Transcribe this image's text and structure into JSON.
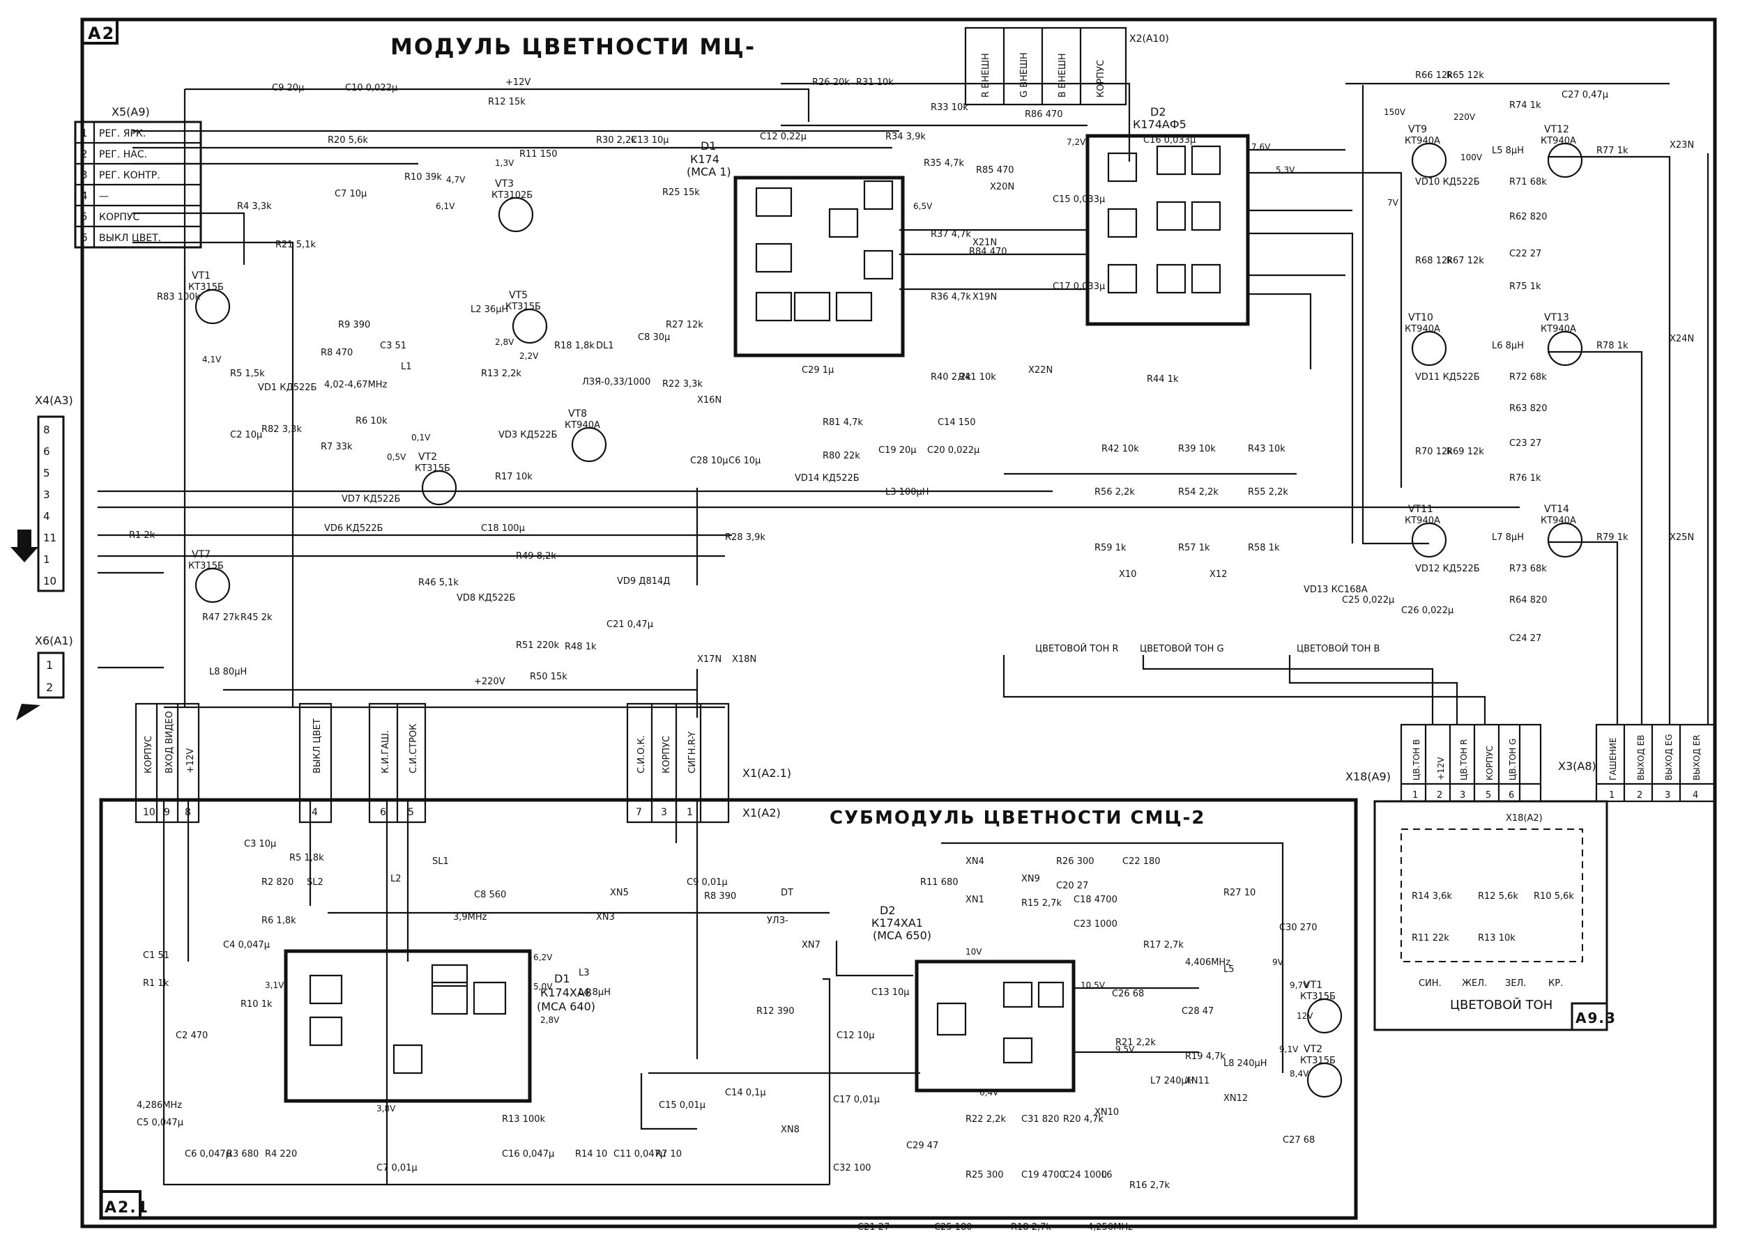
{
  "module": {
    "id": "A2",
    "title": "МОДУЛЬ ЦВЕТНОСТИ МЦ-"
  },
  "submodule": {
    "id": "A2.1",
    "title": "СУБМОДУЛЬ ЦВЕТНОСТИ СМЦ-2"
  },
  "a93": {
    "id": "A9.3",
    "label": "ЦВЕТОВОЙ ТОН",
    "connector": "X18(A2)",
    "parts": [
      "R14 3,6k",
      "R11 22k",
      "R12 5,6k",
      "R13 10k",
      "R10 5,6k"
    ],
    "legend": [
      "СИН.",
      "ЖЕЛ.",
      "ЗЕЛ.",
      "КР."
    ]
  },
  "x5": {
    "label": "X5(A9)",
    "pins": [
      {
        "n": "1",
        "name": "РЕГ. ЯРК."
      },
      {
        "n": "2",
        "name": "РЕГ. НАС."
      },
      {
        "n": "3",
        "name": "РЕГ. КОНТР."
      },
      {
        "n": "4",
        "name": "—"
      },
      {
        "n": "5",
        "name": "КОРПУС"
      },
      {
        "n": "6",
        "name": "ВЫКЛ ЦВЕТ."
      }
    ]
  },
  "x4": {
    "label": "X4(A3)",
    "pins": [
      "8",
      "6",
      "5",
      "3",
      "4",
      "11",
      "1",
      "10"
    ]
  },
  "x6": {
    "label": "X6(A1)",
    "pins": [
      "1",
      "2"
    ]
  },
  "x1": {
    "label": "X1(A2.1)",
    "label2": "X1(A2)",
    "pins": [
      {
        "n": "10",
        "name": "КОРПУС"
      },
      {
        "n": "9",
        "name": "ВХОД ВИДЕО"
      },
      {
        "n": "8",
        "name": "+12V"
      },
      {
        "n": "4",
        "name": "ВЫКЛ ЦВЕТ"
      },
      {
        "n": "6",
        "name": "К.И.ГАШ."
      },
      {
        "n": "5",
        "name": "С.И.СТРОК"
      },
      {
        "n": "7",
        "name": "С.И.О.К."
      },
      {
        "n": "3",
        "name": "КОРПУС"
      },
      {
        "n": "1",
        "name": "СИГН.R-Y"
      }
    ]
  },
  "x2": {
    "label": "X2(A10)",
    "pins": [
      "R ВНЕШН",
      "G ВНЕШН",
      "B ВНЕШН",
      "КОРПУС"
    ]
  },
  "x18": {
    "label": "X18(A9)",
    "pins": [
      {
        "n": "1",
        "name": "ЦВ.ТОН B"
      },
      {
        "n": "2",
        "name": "+12V"
      },
      {
        "n": "3",
        "name": "ЦВ.ТОН R"
      },
      {
        "n": "5",
        "name": "КОРПУС"
      },
      {
        "n": "6",
        "name": "ЦВ.ТОН G"
      }
    ]
  },
  "x3": {
    "label": "X3(A8)",
    "pins": [
      {
        "n": "1",
        "name": "ГАШЕНИЕ"
      },
      {
        "n": "2",
        "name": "ВЫХОД ЕB"
      },
      {
        "n": "3",
        "name": "ВЫХОД ЕG"
      },
      {
        "n": "4",
        "name": "ВЫХОД ЕR"
      }
    ]
  },
  "ic": {
    "d1": {
      "line1": "D1",
      "line2": "К174",
      "line3": "(МСА 1)"
    },
    "d2": {
      "line1": "D2",
      "line2": "К174АФ5"
    },
    "sd1": {
      "line1": "D1",
      "line2": "К174ХА8",
      "line3": "(МСА 640)"
    },
    "sd2": {
      "line1": "D2",
      "line2": "К174ХА1",
      "line3": "(МСА 650)"
    }
  },
  "transistors": [
    {
      "ref": "VT1",
      "type": "КТ315Б"
    },
    {
      "ref": "VT2",
      "type": "КТ315Б"
    },
    {
      "ref": "VT3",
      "type": "КТ3102Б"
    },
    {
      "ref": "VT5",
      "type": "КТ315Б"
    },
    {
      "ref": "VT7",
      "type": "КТ315Б"
    },
    {
      "ref": "VT8",
      "type": "КТ940А"
    },
    {
      "ref": "VT9",
      "type": "КТ940А"
    },
    {
      "ref": "VT10",
      "type": "КТ940А"
    },
    {
      "ref": "VT11",
      "type": "КТ940А"
    },
    {
      "ref": "VT12",
      "type": "КТ940А"
    },
    {
      "ref": "VT13",
      "type": "КТ940А"
    },
    {
      "ref": "VT14",
      "type": "КТ940А"
    },
    {
      "ref": "VT1",
      "type": "КТ315Б"
    },
    {
      "ref": "VT2",
      "type": "КТ315Б"
    }
  ],
  "labels": [
    {
      "text": "C9 20μ"
    },
    {
      "text": "C10 0,022μ"
    },
    {
      "text": "+12V"
    },
    {
      "text": "R12 15k"
    },
    {
      "text": "R20 5,6k"
    },
    {
      "text": "C7 10μ"
    },
    {
      "text": "R10 39k"
    },
    {
      "text": "R4 3,3k"
    },
    {
      "text": "R21 5,1k"
    },
    {
      "text": "R11 150"
    },
    {
      "text": "R25 15k"
    },
    {
      "text": "R30 2,2k"
    },
    {
      "text": "C13 10μ"
    },
    {
      "text": "C12 0,22μ"
    },
    {
      "text": "R26 20k"
    },
    {
      "text": "R31 10k"
    },
    {
      "text": "R33 10k"
    },
    {
      "text": "R34 3,9k"
    },
    {
      "text": "R35 4,7k"
    },
    {
      "text": "R37 4,7k"
    },
    {
      "text": "R36 4,7k"
    },
    {
      "text": "R86 470"
    },
    {
      "text": "R85 470"
    },
    {
      "text": "R84 470"
    },
    {
      "text": "C16 0,033μ"
    },
    {
      "text": "C15 0,033μ"
    },
    {
      "text": "C17 0,033μ"
    },
    {
      "text": "R83 100k"
    },
    {
      "text": "R9 390"
    },
    {
      "text": "C3 51"
    },
    {
      "text": "L2 36μH"
    },
    {
      "text": "R18 1,8k"
    },
    {
      "text": "DL1"
    },
    {
      "text": "C8 30μ"
    },
    {
      "text": "R27 12k"
    },
    {
      "text": "R22 3,3k"
    },
    {
      "text": "R5 1,5k"
    },
    {
      "text": "R8 470"
    },
    {
      "text": "VD1 КД522Б"
    },
    {
      "text": "4,02-4,67MHz"
    },
    {
      "text": "L1"
    },
    {
      "text": "R13 2,2k"
    },
    {
      "text": "ЛЗЯ-0,33/1000"
    },
    {
      "text": "C2 10μ"
    },
    {
      "text": "R82 3,3k"
    },
    {
      "text": "R6 10k"
    },
    {
      "text": "R7 33k"
    },
    {
      "text": "VD3 КД522Б"
    },
    {
      "text": "R17 10k"
    },
    {
      "text": "VD7 КД522Б"
    },
    {
      "text": "VD6 КД522Б"
    },
    {
      "text": "R1 2k"
    },
    {
      "text": "C18 100μ"
    },
    {
      "text": "R49 8,2k"
    },
    {
      "text": "R46 5,1k"
    },
    {
      "text": "VD8 КД522Б"
    },
    {
      "text": "VD9 Д814Д"
    },
    {
      "text": "C21 0,47μ"
    },
    {
      "text": "R51 220k"
    },
    {
      "text": "R48 1k"
    },
    {
      "text": "R50 15k"
    },
    {
      "text": "R47 27k"
    },
    {
      "text": "R45 2k"
    },
    {
      "text": "L8 80μH"
    },
    {
      "text": "+220V"
    },
    {
      "text": "R28 3,9k"
    },
    {
      "text": "C28 10μ"
    },
    {
      "text": "C6 10μ"
    },
    {
      "text": "C29 1μ"
    },
    {
      "text": "VD14 КД522Б"
    },
    {
      "text": "R81 4,7k"
    },
    {
      "text": "R80 22k"
    },
    {
      "text": "C19 20μ"
    },
    {
      "text": "C20 0,022μ"
    },
    {
      "text": "L3 100μH"
    },
    {
      "text": "R40 2,2k"
    },
    {
      "text": "R41 10k"
    },
    {
      "text": "C14 150"
    },
    {
      "text": "R44 1k"
    },
    {
      "text": "R42 10k"
    },
    {
      "text": "R39 10k"
    },
    {
      "text": "R43 10k"
    },
    {
      "text": "R56 2,2k"
    },
    {
      "text": "R54 2,2k"
    },
    {
      "text": "R55 2,2k"
    },
    {
      "text": "R59 1k"
    },
    {
      "text": "R57 1k"
    },
    {
      "text": "R58 1k"
    },
    {
      "text": "X10"
    },
    {
      "text": "X12"
    },
    {
      "text": "ЦВЕТОВОЙ ТОН R"
    },
    {
      "text": "ЦВЕТОВОЙ ТОН G"
    },
    {
      "text": "ЦВЕТОВОЙ ТОН B"
    },
    {
      "text": "VD13 КС168А"
    },
    {
      "text": "C25 0,022μ"
    },
    {
      "text": "C26 0,022μ"
    },
    {
      "text": "R66 12k"
    },
    {
      "text": "R65 12k"
    },
    {
      "text": "R74 1k"
    },
    {
      "text": "C27 0,47μ"
    },
    {
      "text": "L5 8μH"
    },
    {
      "text": "R77 1k"
    },
    {
      "text": "VD10 КД522Б"
    },
    {
      "text": "R71 68k"
    },
    {
      "text": "R62 820"
    },
    {
      "text": "C22 27"
    },
    {
      "text": "R68 12k"
    },
    {
      "text": "R67 12k"
    },
    {
      "text": "R75 1k"
    },
    {
      "text": "L6 8μH"
    },
    {
      "text": "R78 1k"
    },
    {
      "text": "VD11 КД522Б"
    },
    {
      "text": "R72 68k"
    },
    {
      "text": "R63 820"
    },
    {
      "text": "C23 27"
    },
    {
      "text": "R70 12k"
    },
    {
      "text": "R69 12k"
    },
    {
      "text": "R76 1k"
    },
    {
      "text": "L7 8μH"
    },
    {
      "text": "R79 1k"
    },
    {
      "text": "VD12 КД522Б"
    },
    {
      "text": "R73 68k"
    },
    {
      "text": "R64 820"
    },
    {
      "text": "C24 27"
    },
    {
      "text": "X23N"
    },
    {
      "text": "X24N"
    },
    {
      "text": "X25N"
    },
    {
      "text": "X19N"
    },
    {
      "text": "X20N"
    },
    {
      "text": "X21N"
    },
    {
      "text": "X22N"
    },
    {
      "text": "X16N"
    },
    {
      "text": "X17N"
    },
    {
      "text": "X18N"
    },
    {
      "text": "C3 10μ"
    },
    {
      "text": "R2 820"
    },
    {
      "text": "R6 1,8k"
    },
    {
      "text": "C4 0,047μ"
    },
    {
      "text": "C1 51"
    },
    {
      "text": "R1 1k"
    },
    {
      "text": "C2 470"
    },
    {
      "text": "4,286MHz"
    },
    {
      "text": "C5 0,047μ"
    },
    {
      "text": "C6 0,047μ"
    },
    {
      "text": "R3 680"
    },
    {
      "text": "R4 220"
    },
    {
      "text": "R5 1,8k"
    },
    {
      "text": "SL2"
    },
    {
      "text": "SL1"
    },
    {
      "text": "C8 560"
    },
    {
      "text": "L2"
    },
    {
      "text": "3,9MHz"
    },
    {
      "text": "XN3"
    },
    {
      "text": "XN5"
    },
    {
      "text": "C9 0,01μ"
    },
    {
      "text": "R8 390"
    },
    {
      "text": "DT"
    },
    {
      "text": "УЛЗ-"
    },
    {
      "text": "XN7"
    },
    {
      "text": "L3"
    },
    {
      "text": "L4 8μH"
    },
    {
      "text": "R12 390"
    },
    {
      "text": "C12 10μ"
    },
    {
      "text": "C13 10μ"
    },
    {
      "text": "C14 0,1μ"
    },
    {
      "text": "C15 0,01μ"
    },
    {
      "text": "C17 0,01μ"
    },
    {
      "text": "XN8"
    },
    {
      "text": "C32 100"
    },
    {
      "text": "R13 100k"
    },
    {
      "text": "C16 0,047μ"
    },
    {
      "text": "R14 10"
    },
    {
      "text": "C11 0,047μ"
    },
    {
      "text": "R7 10"
    },
    {
      "text": "C7 0,01μ"
    },
    {
      "text": "R10 1k"
    },
    {
      "text": "R11 680"
    },
    {
      "text": "XN4"
    },
    {
      "text": "XN1"
    },
    {
      "text": "XN9"
    },
    {
      "text": "R15 2,7k"
    },
    {
      "text": "R26 300"
    },
    {
      "text": "C20 27"
    },
    {
      "text": "C18 4700"
    },
    {
      "text": "C22 180"
    },
    {
      "text": "C23 1000"
    },
    {
      "text": "R27 10"
    },
    {
      "text": "R17 2,7k"
    },
    {
      "text": "4,406MHz"
    },
    {
      "text": "L5"
    },
    {
      "text": "C30 270"
    },
    {
      "text": "C26 68"
    },
    {
      "text": "C28 47"
    },
    {
      "text": "R21 2,2k"
    },
    {
      "text": "R19 4,7k"
    },
    {
      "text": "L7 240μH"
    },
    {
      "text": "XN11"
    },
    {
      "text": "L8 240μH"
    },
    {
      "text": "XN12"
    },
    {
      "text": "C27 68"
    },
    {
      "text": "C29 47"
    },
    {
      "text": "R22 2,2k"
    },
    {
      "text": "C31 820"
    },
    {
      "text": "R20 4,7k"
    },
    {
      "text": "XN10"
    },
    {
      "text": "R25 300"
    },
    {
      "text": "C19 4700"
    },
    {
      "text": "C24 1000"
    },
    {
      "text": "L6"
    },
    {
      "text": "R16 2,7k"
    },
    {
      "text": "C21 27"
    },
    {
      "text": "C25 180"
    },
    {
      "text": "R18 2,7k"
    },
    {
      "text": "4,250MHz"
    }
  ],
  "voltages": [
    "4,7V",
    "6,1V",
    "1,3V",
    "4,1V",
    "2,8V",
    "2,2V",
    "0,5V",
    "0,1V",
    "150V",
    "100V",
    "220V",
    "7V",
    "9V",
    "9,7V",
    "12V",
    "9,1V",
    "8,4V",
    "6,2V",
    "5,0V",
    "3,1V",
    "3,8V",
    "2,8V",
    "10V",
    "10,5V",
    "9,5V",
    "6,4V",
    "7,6V",
    "5,3V",
    "7,2V",
    "6,5V"
  ]
}
